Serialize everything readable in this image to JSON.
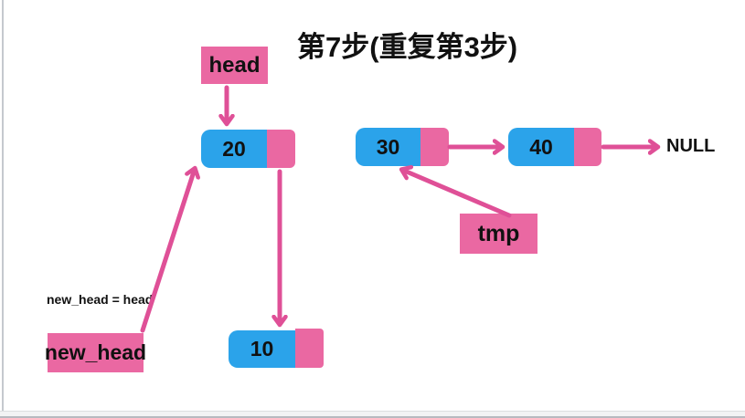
{
  "title": "第7步(重复第3步)",
  "colors": {
    "box_pink": "#EA68A2",
    "arrow_pink": "#DF5097",
    "node_blue": "#2BA3EA",
    "text": "#111111"
  },
  "pointers": {
    "head": {
      "label": "head"
    },
    "tmp": {
      "label": "tmp"
    },
    "new_head": {
      "label": "new_head"
    }
  },
  "annotation": "new_head = head",
  "list_nodes": [
    {
      "id": "node-20",
      "value": "20"
    },
    {
      "id": "node-30",
      "value": "30"
    },
    {
      "id": "node-40",
      "value": "40"
    },
    {
      "id": "node-10",
      "value": "10"
    }
  ],
  "terminator": "NULL"
}
